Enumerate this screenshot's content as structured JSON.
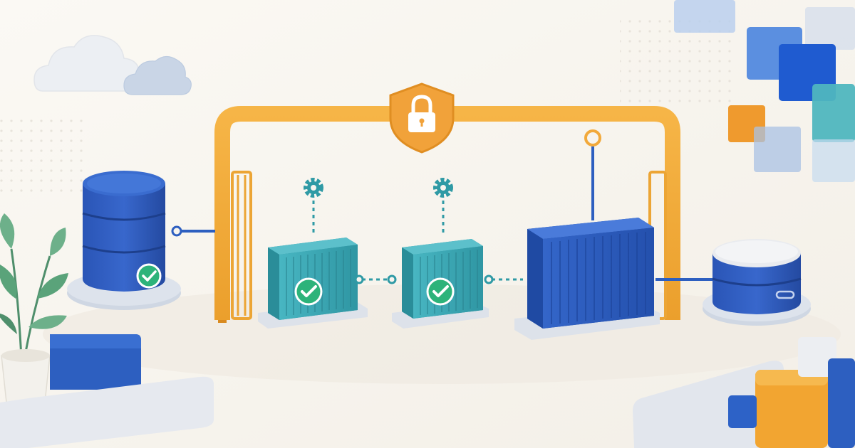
{
  "palette": {
    "background": "#f7f4ee",
    "gate_orange": "#f2a93b",
    "gate_orange_dark": "#d98a1f",
    "container_teal": "#3ba9b6",
    "container_teal_dark": "#2a8d99",
    "container_blue": "#2d5fc0",
    "container_blue_dark": "#1f4aa3",
    "database_blue": "#2e5bbf",
    "check_green": "#2db37a",
    "platform_grey": "#dfe3ea",
    "cloud_white": "#eceff3",
    "cloud_blue": "#c9d5e6",
    "plant_green": "#5aa37a",
    "dashed_teal": "#2f9aa5"
  },
  "diagram": {
    "nodes": [
      {
        "id": "source-database",
        "icon": "database-icon",
        "status": "check-icon"
      },
      {
        "id": "container-1",
        "icon": "container-icon",
        "status": "check-icon",
        "config": "gear-icon"
      },
      {
        "id": "container-2",
        "icon": "container-icon",
        "status": "check-icon",
        "config": "gear-icon"
      },
      {
        "id": "container-large",
        "icon": "container-icon"
      },
      {
        "id": "target-storage",
        "icon": "storage-icon"
      }
    ],
    "gate": {
      "icon": "shield-lock-icon"
    },
    "decorations": [
      "cloud-icon",
      "plant-icon",
      "tile-cluster",
      "block-stack"
    ]
  }
}
